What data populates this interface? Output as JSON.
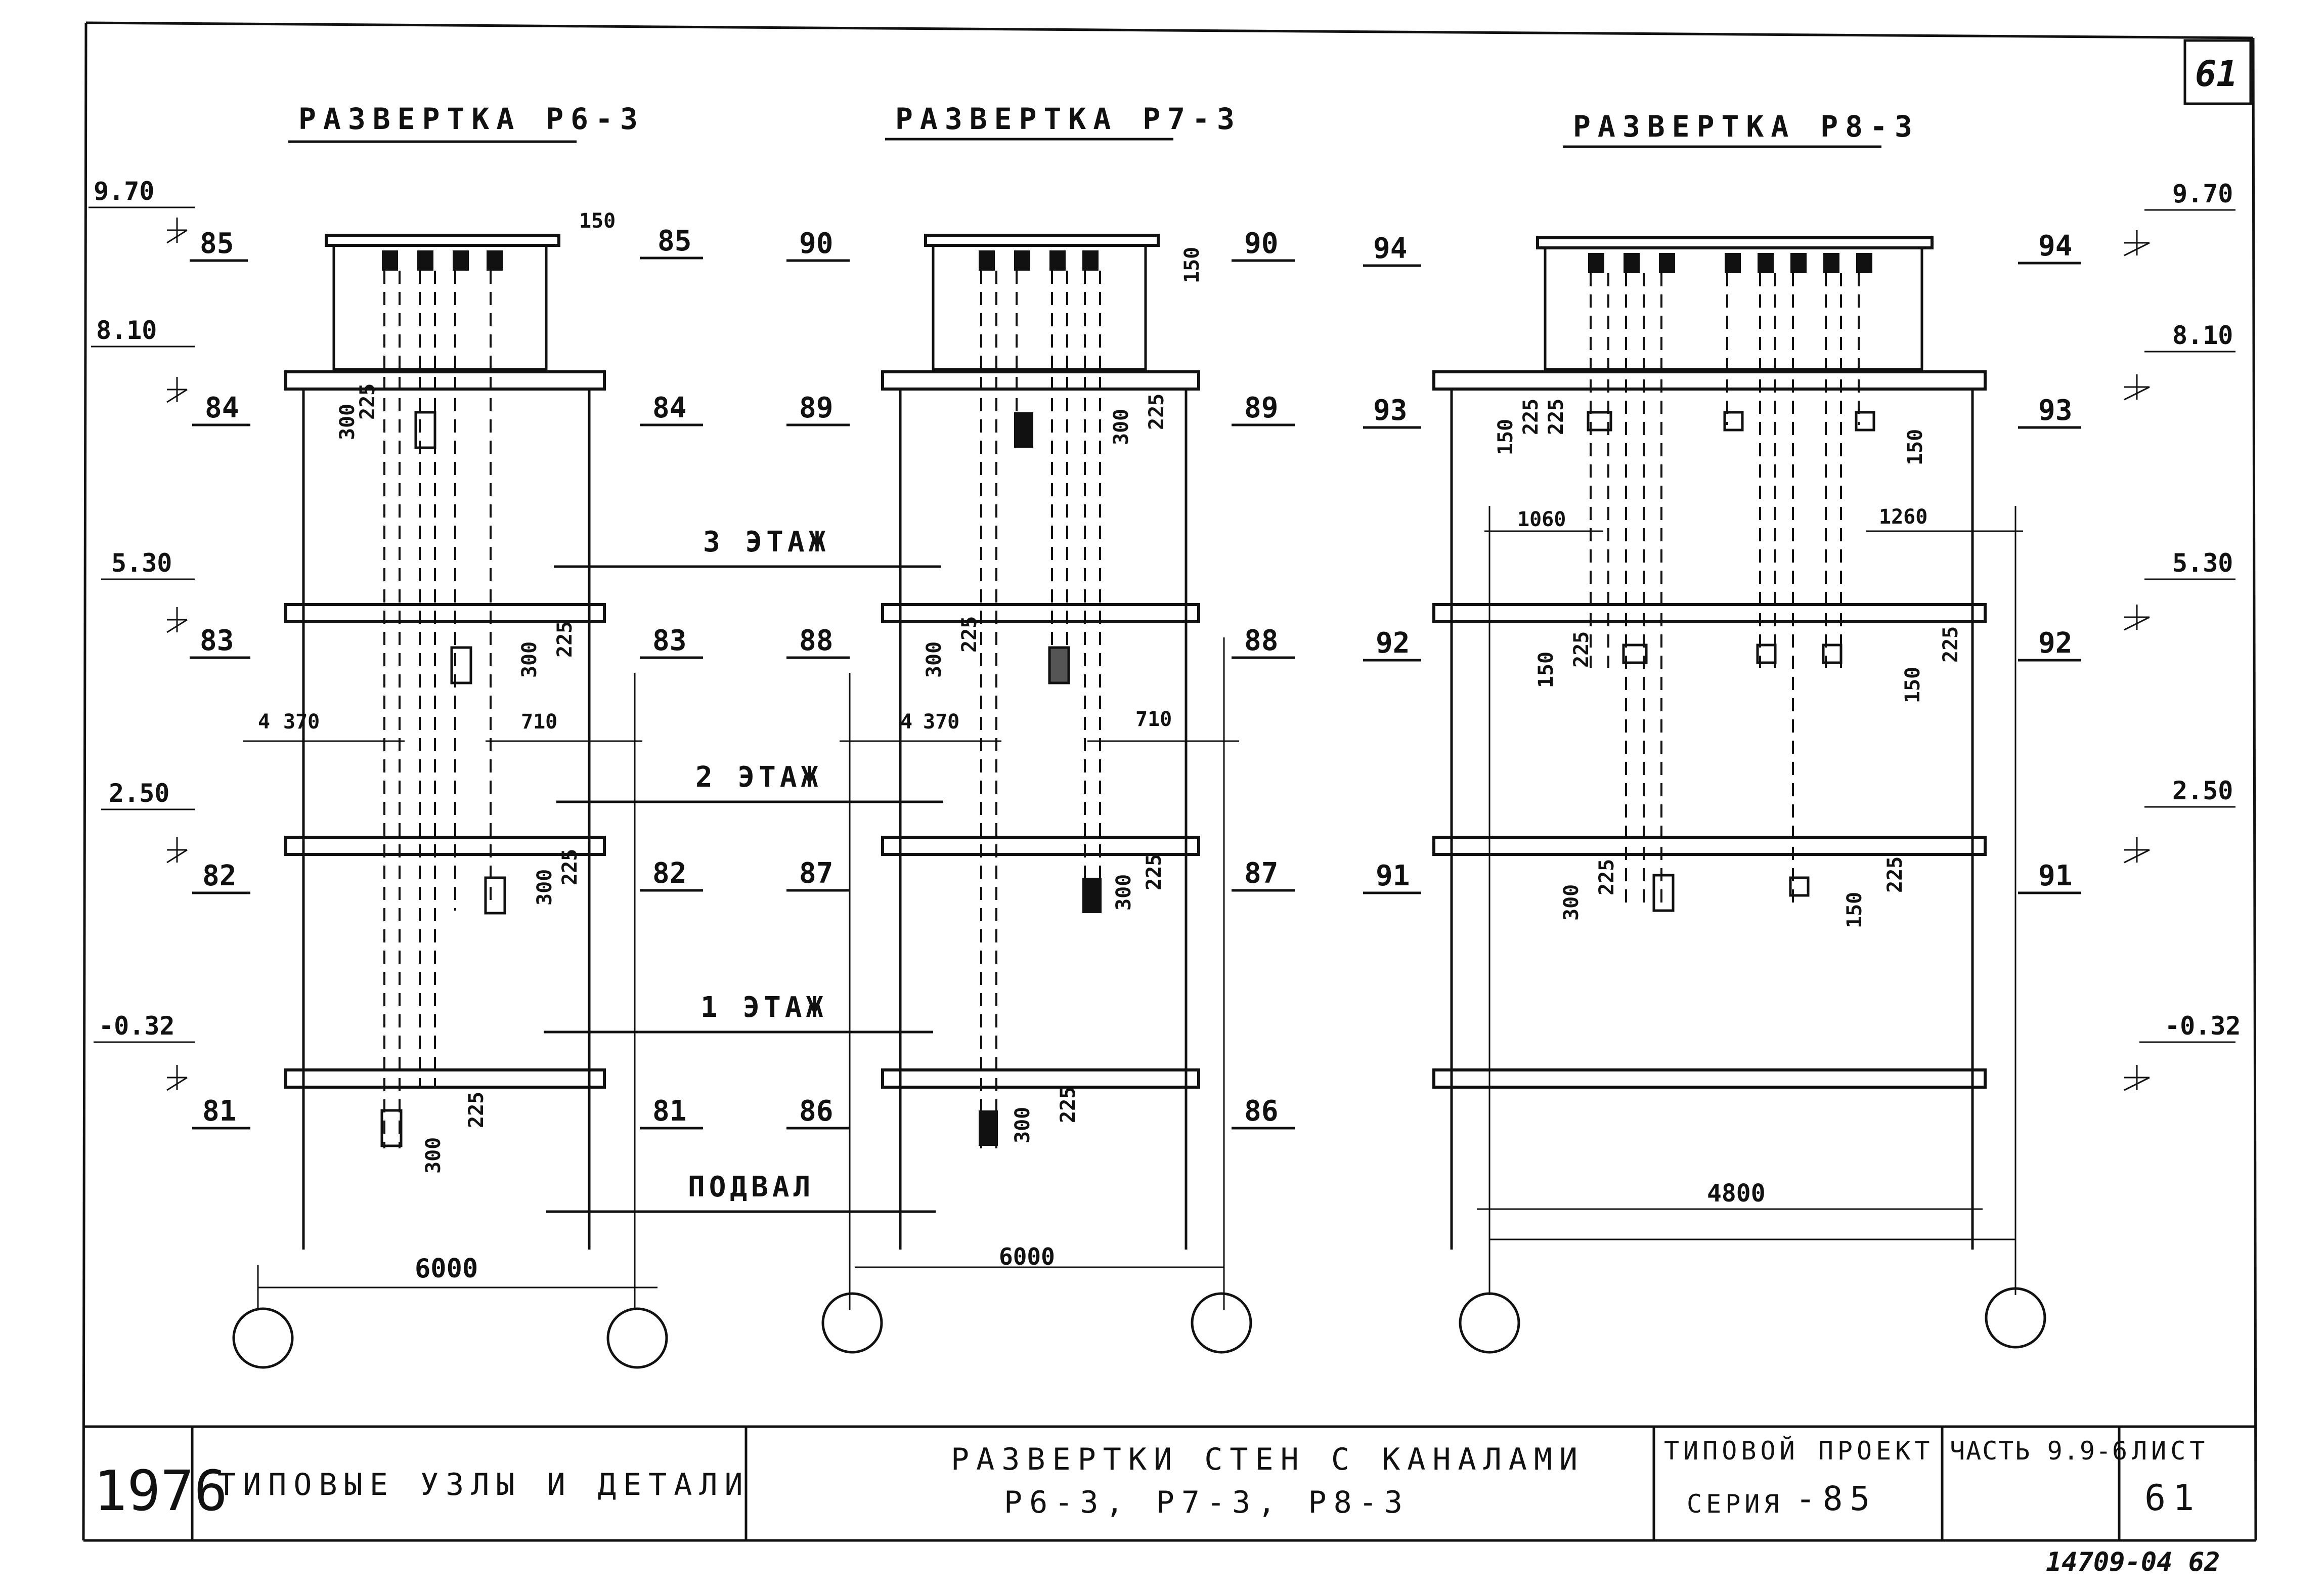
{
  "sheet": {
    "corner_sheet_no": "61",
    "bottom_code": "14709-04 62"
  },
  "diagrams": [
    {
      "title": "РАЗВЕРТКА Р6-3",
      "elevations_left": [
        "9.70",
        "8.10",
        "5.30",
        "2.50",
        "-0.32"
      ],
      "marks_left": [
        "85",
        "84",
        "83",
        "82",
        "81"
      ],
      "marks_right": [
        "85",
        "84",
        "83",
        "82",
        "81"
      ],
      "top_dim": "150",
      "dims": [
        "225",
        "300",
        "225",
        "300",
        "225",
        "300",
        "225",
        "300"
      ],
      "left_dim": "370",
      "left_dim_prefix": "4",
      "right_dim": "710",
      "span": "6000"
    },
    {
      "title": "РАЗВЕРТКА Р7-3",
      "marks_left": [
        "90",
        "89",
        "88",
        "87",
        "86"
      ],
      "marks_right": [
        "90",
        "89",
        "88",
        "87",
        "86"
      ],
      "top_dim": "150",
      "dims": [
        "300",
        "225",
        "300",
        "225",
        "300",
        "225",
        "300",
        "225"
      ],
      "left_dim": "370",
      "left_dim_prefix": "4",
      "right_dim": "710",
      "span": "6000"
    },
    {
      "title": "РАЗВЕРТКА Р8-3",
      "elevations_right": [
        "9.70",
        "8.10",
        "5.30",
        "2.50",
        "-0.32"
      ],
      "marks_left": [
        "94",
        "93",
        "92",
        "91"
      ],
      "marks_right": [
        "94",
        "93",
        "92",
        "91"
      ],
      "dims": [
        "150",
        "225",
        "225",
        "150",
        "1060",
        "1260",
        "150",
        "225",
        "150",
        "225",
        "300",
        "225",
        "150",
        "225"
      ],
      "span": "4800"
    }
  ],
  "floors": [
    "3 ЭТАЖ",
    "2 ЭТАЖ",
    "1 ЭТАЖ",
    "ПОДВАЛ"
  ],
  "title_block": {
    "year": "1976",
    "left": "ТИПОВЫЕ УЗЛЫ И ДЕТАЛИ",
    "center_line1": "РАЗВЕРТКИ СТЕН С КАНАЛАМИ",
    "center_line2": "Р6-3, Р7-3, Р8-3",
    "project_label": "ТИПОВОЙ ПРОЕКТ",
    "series_label": "СЕРИЯ",
    "series_value": "-85",
    "part": "ЧАСТЬ 9.9-6",
    "sheet_label": "ЛИСТ",
    "sheet_value": "61"
  }
}
